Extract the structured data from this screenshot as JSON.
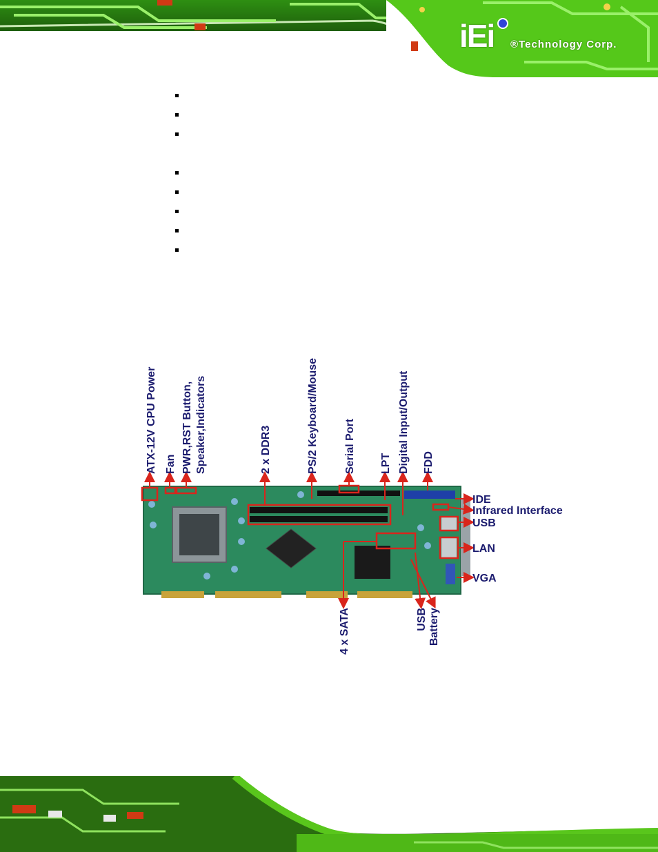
{
  "header": {
    "logo_mark": "iEi",
    "logo_text": "®Technology Corp."
  },
  "colors": {
    "pcb_green": "#2c8a5e",
    "label_navy": "#1b1b6e",
    "callout_red": "#d9251c",
    "banner_green": "#5ecf1a"
  },
  "bullet_count": 8,
  "figure": {
    "labels_top": [
      "ATX-12V CPU Power",
      "Fan",
      "PWR,RST Button,",
      "Speaker,Indicators",
      "2 x DDR3",
      "PS/2 Keyboard/Mouse",
      "Serial Port",
      "LPT",
      "Digital Input/Output",
      "FDD"
    ],
    "labels_right": [
      "IDE",
      "Infrared Interface",
      "USB",
      "LAN",
      "VGA"
    ],
    "labels_bottom": [
      "4 x SATA",
      "USB",
      "Battery"
    ]
  }
}
